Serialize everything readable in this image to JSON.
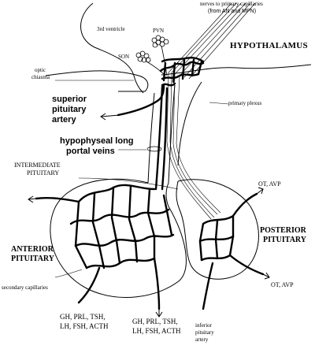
{
  "labels": {
    "third_ventricle": "3rd ventricle",
    "pvn": "PVN",
    "son": "SON",
    "optic_chiasma_line1": "optic",
    "optic_chiasma_line2": "chiasma",
    "nerves_line1": "nerves to primary capillaries",
    "nerves_line2": "(from AN and MPN)",
    "hypothalamus": "HYPOTHALAMUS",
    "primary_plexus": "primary plexus",
    "sup_artery_line1": "superior",
    "sup_artery_line2": "pituitary",
    "sup_artery_line3": "artery",
    "portal_line1": "hypophyseal long",
    "portal_line2": "portal veins",
    "intermediate_line1": "INTERMEDIATE",
    "intermediate_line2": "PITUITARY",
    "ot_avp_top": "OT, AVP",
    "posterior_line1": "POSTERIOR",
    "posterior_line2": "PITUITARY",
    "anterior_line1": "ANTERIOR",
    "anterior_line2": "PITUITARY",
    "secondary_capillaries": "secondary capillaries",
    "ot_avp_bottom": "OT, AVP",
    "hormones_left_line1": "GH, PRL, TSH,",
    "hormones_left_line2": "LH, FSH, ACTH",
    "hormones_mid_line1": "GH, PRL, TSH,",
    "hormones_mid_line2": "LH, FSH, ACTH",
    "inf_artery_line1": "inferior",
    "inf_artery_line2": "pituitary",
    "inf_artery_line3": "artery"
  }
}
